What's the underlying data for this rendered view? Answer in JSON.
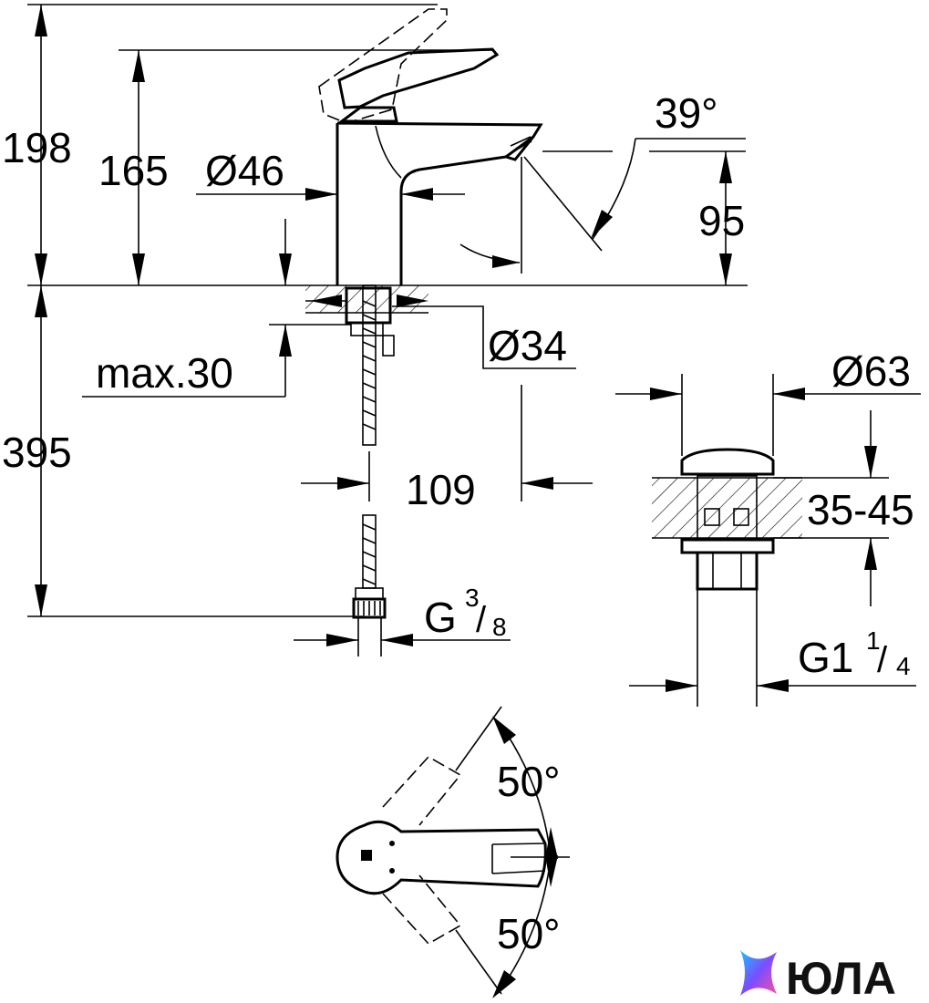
{
  "dimensions": {
    "total_height": "198",
    "spout_height": "165",
    "body_diameter": "Ø46",
    "lever_angle": "39°",
    "outlet_height": "95",
    "mount_hole": "Ø34",
    "max_deck": "max.30",
    "pipe_length": "395",
    "projection": "109",
    "waste_diameter": "Ø63",
    "deck_range": "35-45",
    "connection_a_prefix": "G",
    "connection_a_num": "3",
    "connection_a_den": "8",
    "connection_b_prefix": "G1",
    "connection_b_num": "1",
    "connection_b_den": "4",
    "swivel_upper": "50°",
    "swivel_lower": "50°"
  },
  "brand": {
    "logo_text": "ЮЛА",
    "accent_colors": [
      "#ff4fa0",
      "#7b4dff",
      "#19c3ff"
    ]
  }
}
